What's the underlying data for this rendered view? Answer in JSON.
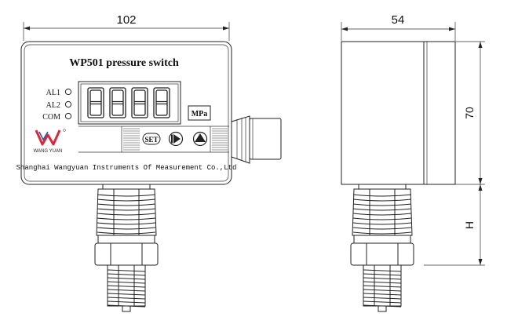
{
  "dimensions": {
    "front_width": "102",
    "side_width": "54",
    "height": "70",
    "fitting_height": "H"
  },
  "device": {
    "title": "WP501 pressure switch",
    "unit": "MPa",
    "indicators": [
      "AL1",
      "AL2",
      "COM"
    ],
    "logo_text": "WANG YUAN",
    "buttons": {
      "set": "SET"
    },
    "company": "Shanghai Wangyuan Instruments Of Measurement Co.,Ltd"
  },
  "colors": {
    "logo_red": "#d8283c",
    "logo_blue": "#2a4f9c",
    "line": "#222222"
  }
}
